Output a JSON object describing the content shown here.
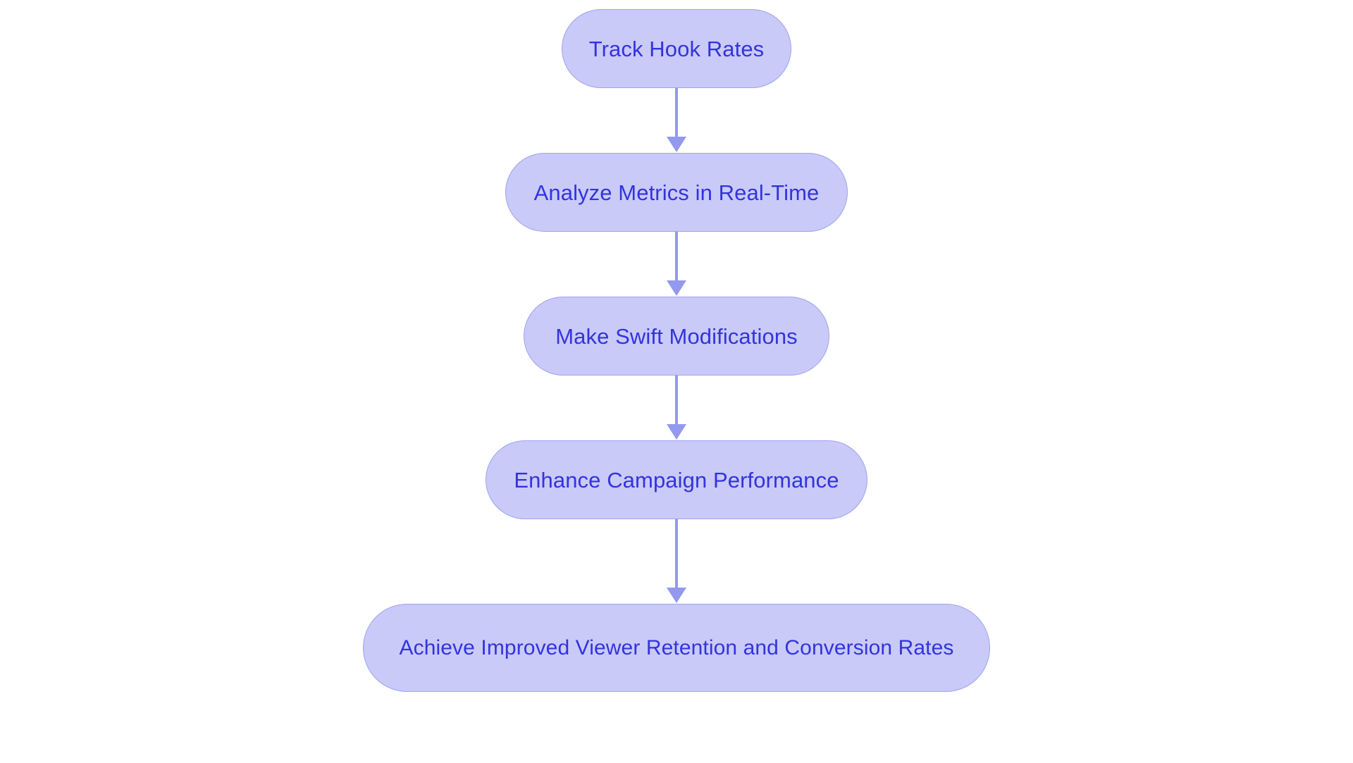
{
  "diagram": {
    "type": "flowchart",
    "orientation": "top-to-bottom",
    "background_color": "#ffffff",
    "node_fill_color": "#c9caf8",
    "node_border_color": "#9fa3ef",
    "node_text_color": "#3333dd",
    "connector_color": "#9399ee",
    "node_shape": "stadium",
    "nodes": [
      {
        "id": "n1",
        "label": "Track Hook Rates"
      },
      {
        "id": "n2",
        "label": "Analyze Metrics in Real-Time"
      },
      {
        "id": "n3",
        "label": "Make Swift Modifications"
      },
      {
        "id": "n4",
        "label": "Enhance Campaign Performance"
      },
      {
        "id": "n5",
        "label": "Achieve Improved Viewer Retention and Conversion Rates"
      }
    ],
    "edges": [
      {
        "id": "e1",
        "from": "n1",
        "to": "n2",
        "arrow": "down",
        "label": ""
      },
      {
        "id": "e2",
        "from": "n2",
        "to": "n3",
        "arrow": "down",
        "label": ""
      },
      {
        "id": "e3",
        "from": "n3",
        "to": "n4",
        "arrow": "down",
        "label": ""
      },
      {
        "id": "e4",
        "from": "n4",
        "to": "n5",
        "arrow": "down",
        "label": ""
      }
    ]
  }
}
